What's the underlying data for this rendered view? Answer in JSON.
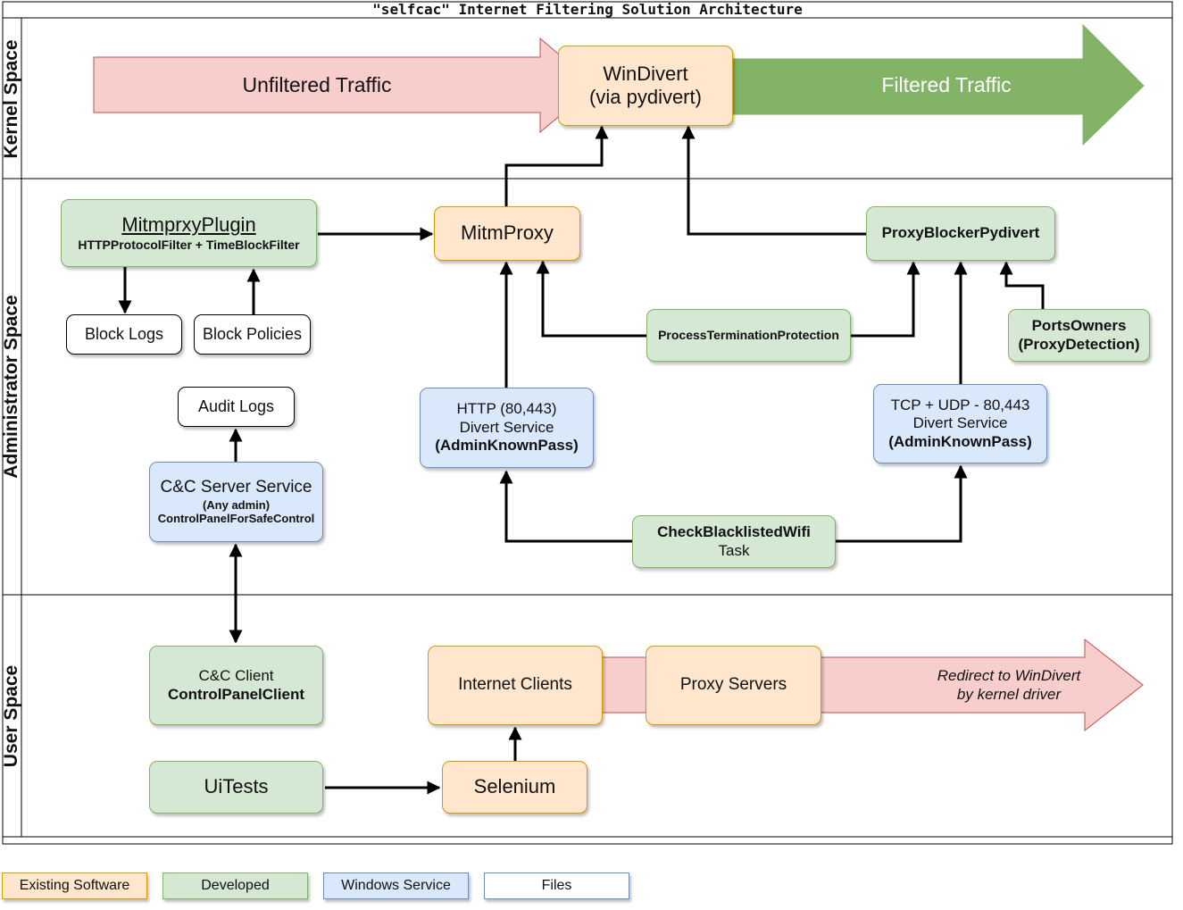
{
  "title": "\"selfcac\" Internet Filtering Solution Architecture",
  "lanes": {
    "kernel": "Kernel Space",
    "admin": "Administrator Space",
    "user": "User Space"
  },
  "flows": {
    "unfiltered": "Unfiltered Traffic",
    "filtered": "Filtered Traffic",
    "redirect_line1": "Redirect to WinDivert",
    "redirect_line2": "by kernel driver"
  },
  "nodes": {
    "windivert": {
      "line1": "WinDivert",
      "line2": "(via pydivert)"
    },
    "mitmproxy_plugin": {
      "name": "MitmprxyPlugin",
      "sub": "HTTPProtocolFilter + TimeBlockFilter"
    },
    "mitmproxy": "MitmProxy",
    "proxy_blocker": "ProxyBlockerPydivert",
    "block_logs": "Block Logs",
    "block_policies": "Block Policies",
    "process_termination": "ProcessTerminationProtection",
    "ports_owners": {
      "line1": "PortsOwners",
      "line2": "(ProxyDetection)"
    },
    "audit_logs": "Audit Logs",
    "http_divert": {
      "line1": "HTTP (80,443)",
      "line2": "Divert Service",
      "line3": "(AdminKnownPass)"
    },
    "tcp_divert": {
      "line1": "TCP + UDP - 80,443",
      "line2": "Divert Service",
      "line3": "(AdminKnownPass)"
    },
    "cc_server": {
      "line1": "C&C Server Service",
      "line2": "(Any admin)",
      "line3": "ControlPanelForSafeControl"
    },
    "check_wifi": {
      "line1": "CheckBlacklistedWifi",
      "line2": "Task"
    },
    "cc_client": {
      "line1": "C&C Client",
      "line2": "ControlPanelClient"
    },
    "internet_clients": "Internet Clients",
    "proxy_servers": "Proxy Servers",
    "uitests": "UiTests",
    "selenium": "Selenium"
  },
  "legend": {
    "existing": "Existing Software",
    "developed": "Developed",
    "service": "Windows Service",
    "files": "Files"
  },
  "colors": {
    "existing_fill": "#ffe6cc",
    "existing_stroke": "#d79b00",
    "developed_fill": "#d5e8d4",
    "developed_stroke": "#82b366",
    "service_fill": "#dae8fc",
    "service_stroke": "#6c8ebf",
    "unfiltered_fill": "#f8cecc",
    "filtered_fill": "#82b366"
  }
}
